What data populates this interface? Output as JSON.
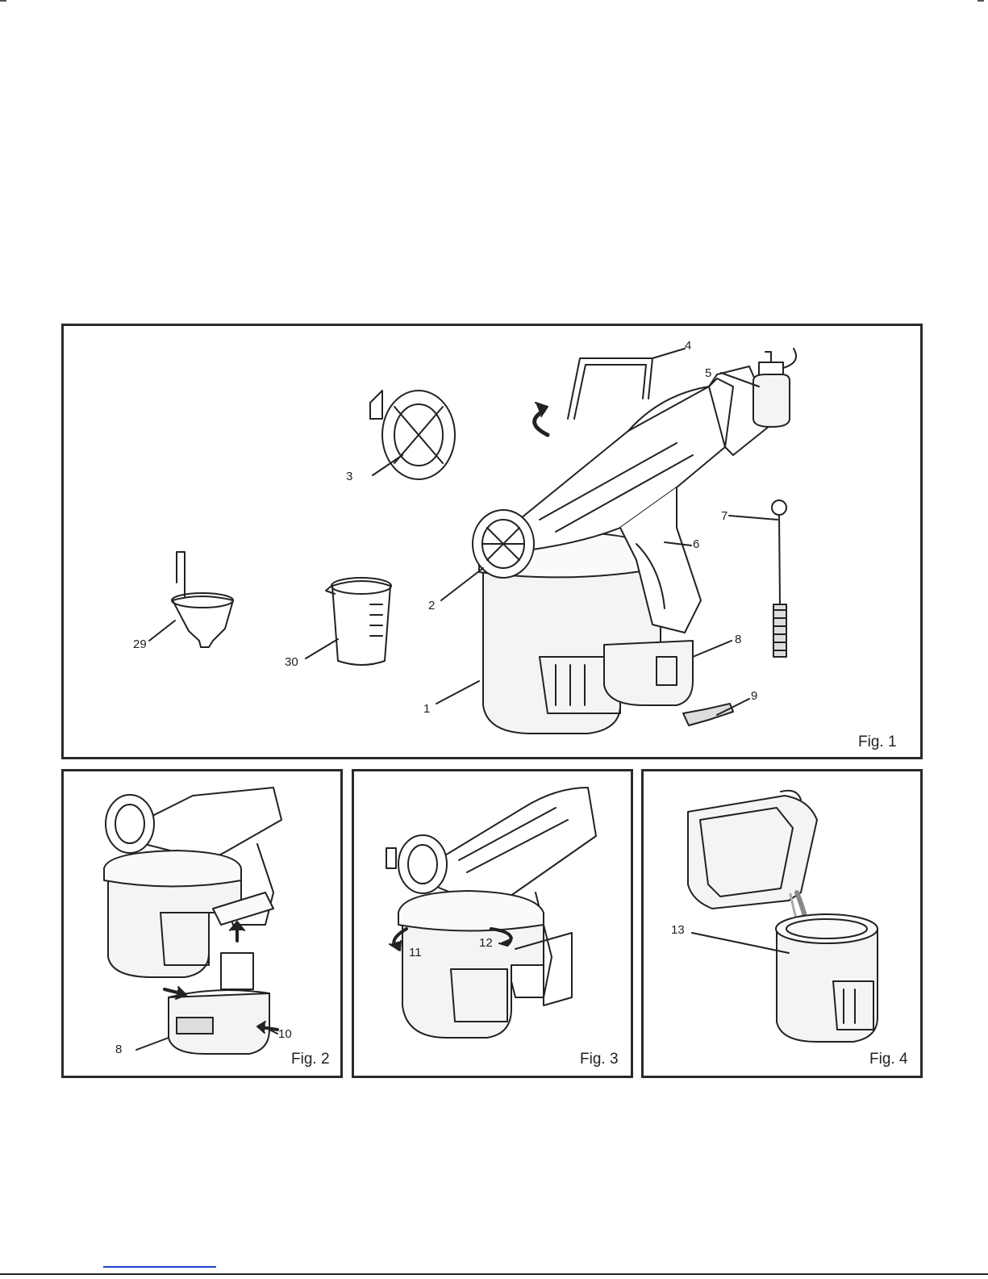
{
  "figures": {
    "fig1": {
      "label": "Fig. 1",
      "callouts": {
        "c1": "1",
        "c2": "2",
        "c3": "3",
        "c4": "4",
        "c5": "5",
        "c6": "6",
        "c7": "7",
        "c8": "8",
        "c9": "9",
        "c29": "29",
        "c30": "30"
      }
    },
    "fig2": {
      "label": "Fig. 2",
      "callouts": {
        "c8": "8",
        "c10": "10"
      }
    },
    "fig3": {
      "label": "Fig. 3",
      "callouts": {
        "c11": "11",
        "c12": "12"
      }
    },
    "fig4": {
      "label": "Fig. 4",
      "callouts": {
        "c13": "13"
      }
    }
  }
}
